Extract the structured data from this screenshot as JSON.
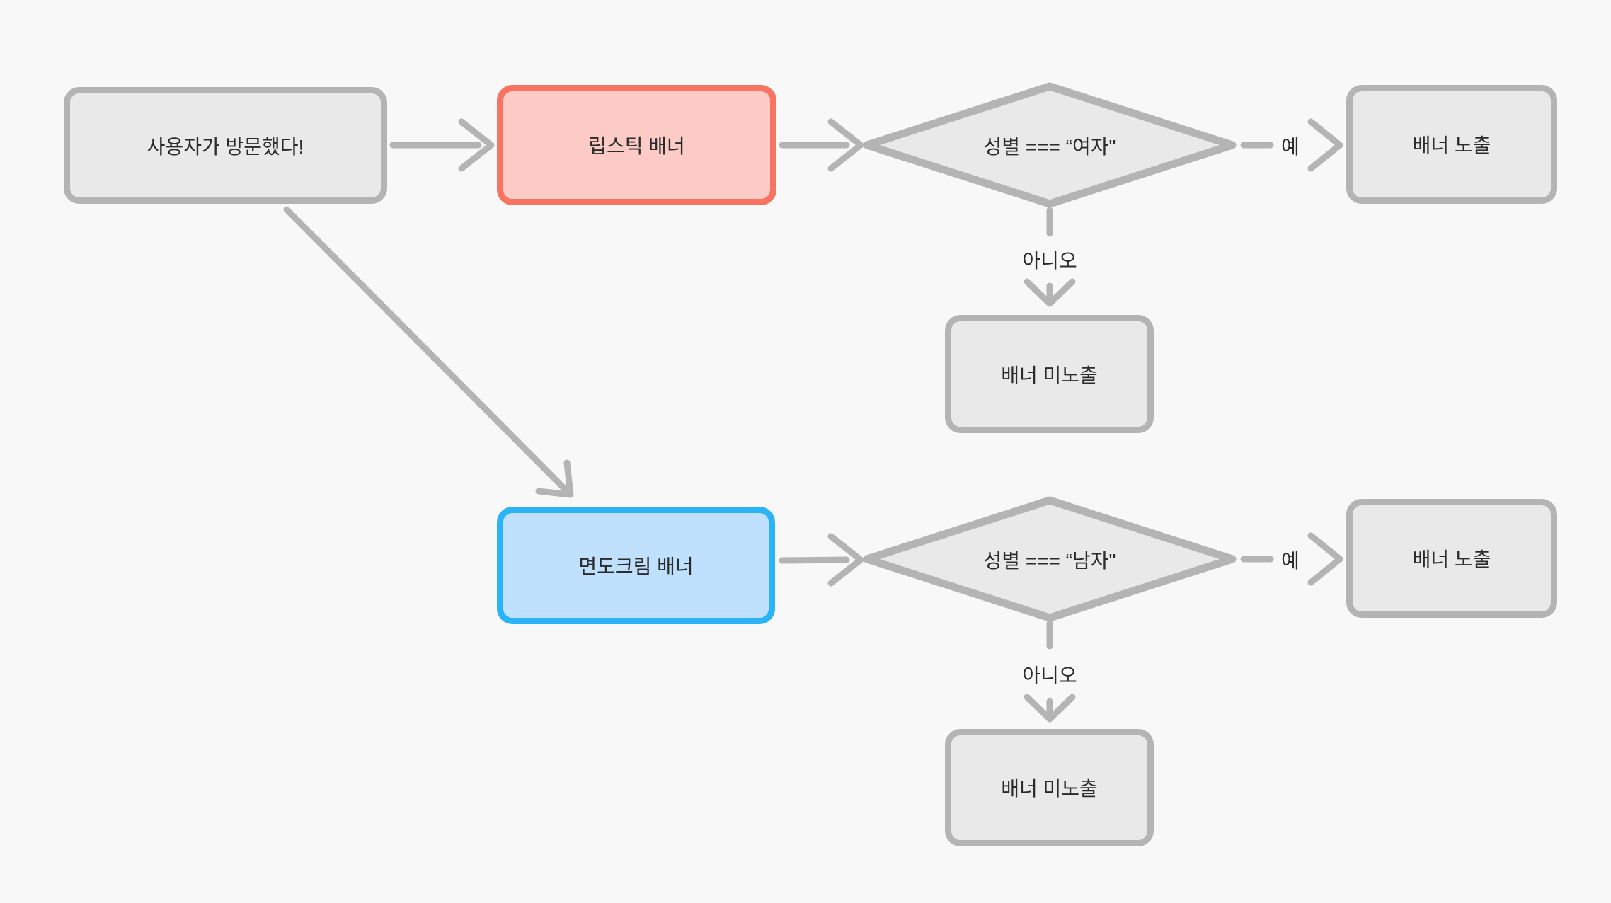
{
  "diagram": {
    "title": "banner-exposure-flowchart",
    "colors": {
      "bg": "#f8f8f8",
      "stroke-gray": "#b4b4b4",
      "node-fill-gray": "#e9e9e9",
      "accent-red": "#f87462",
      "accent-red-fill": "#fccbc5",
      "accent-blue": "#2bb3f8",
      "accent-blue-fill": "#bfe1fd",
      "text": "#2b2b2b"
    },
    "nodes": {
      "start": {
        "label": "사용자가 방문했다!",
        "shape": "rectangle",
        "color": "gray"
      },
      "lipstick_banner": {
        "label": "립스틱 배너",
        "shape": "rectangle",
        "color": "red"
      },
      "female_check": {
        "label": "성별 === “여자\"",
        "shape": "diamond",
        "color": "gray"
      },
      "banner_show_top": {
        "label": "배너 노출",
        "shape": "rectangle",
        "color": "gray"
      },
      "banner_hide_top": {
        "label": "배너 미노출",
        "shape": "rectangle",
        "color": "gray"
      },
      "shaving_banner": {
        "label": "면도크림 배너",
        "shape": "rectangle",
        "color": "blue"
      },
      "male_check": {
        "label": "성별 === “남자\"",
        "shape": "diamond",
        "color": "gray"
      },
      "banner_show_bottom": {
        "label": "배너 노출",
        "shape": "rectangle",
        "color": "gray"
      },
      "banner_hide_bottom": {
        "label": "배너 미노출",
        "shape": "rectangle",
        "color": "gray"
      }
    },
    "edge_labels": {
      "yes_top": "예",
      "no_top": "아니오",
      "yes_bottom": "예",
      "no_bottom": "아니오"
    }
  }
}
